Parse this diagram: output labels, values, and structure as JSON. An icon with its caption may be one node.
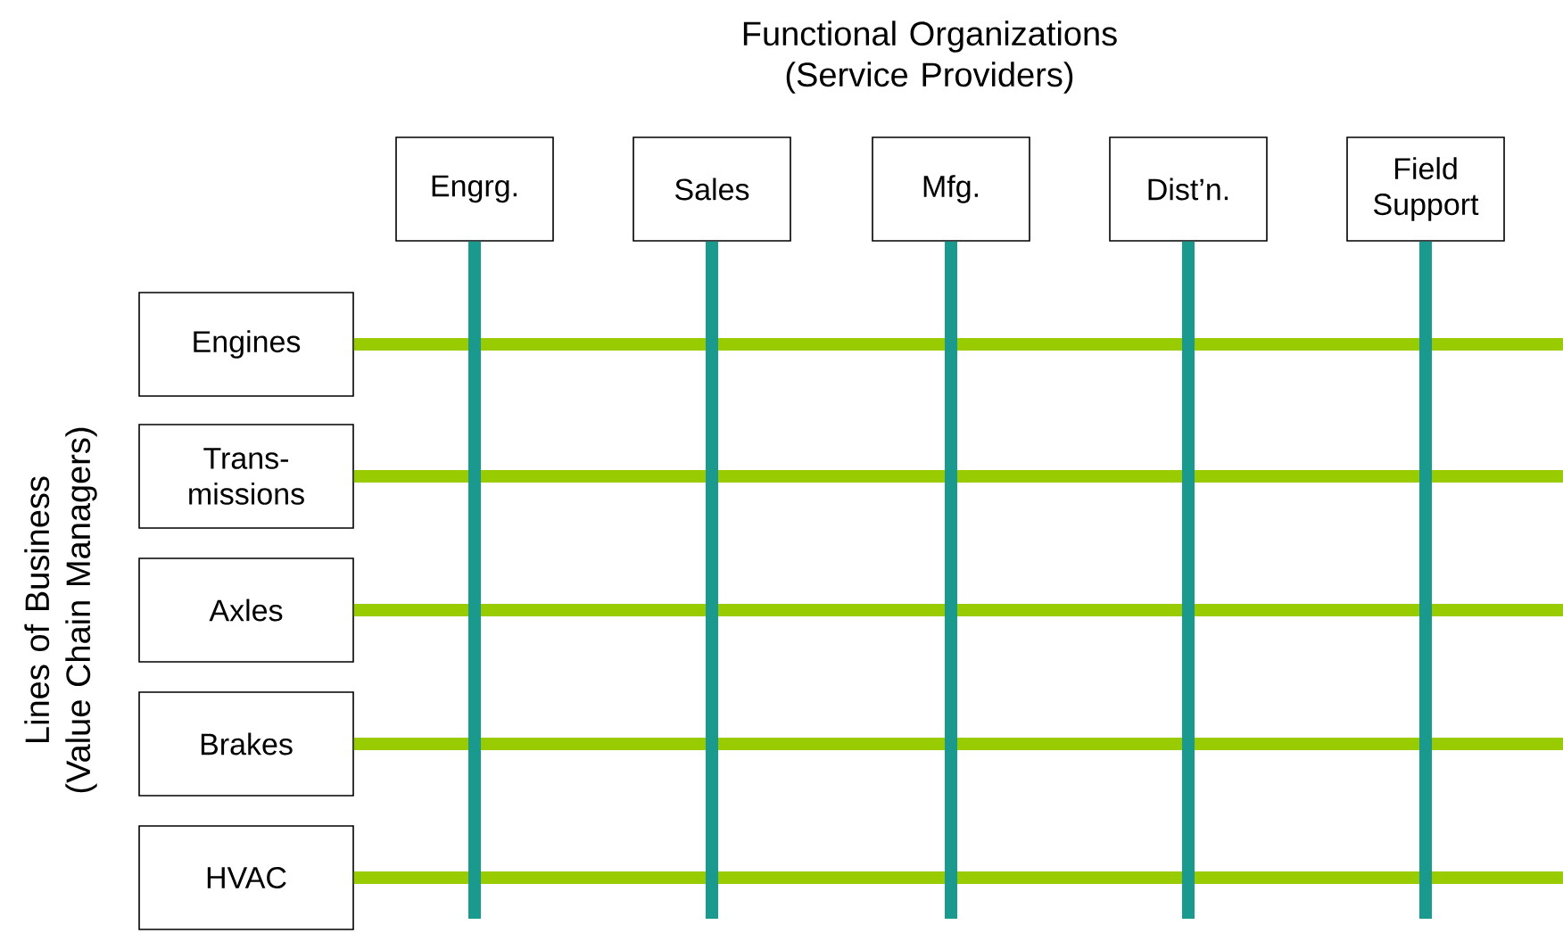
{
  "diagram": {
    "title": "Functional Organizations (Service Providers)",
    "nodes": [
      {
        "text": [
          "Engrg."
        ]
      },
      {
        "text": [
          "Sales"
        ]
      },
      {
        "text": [
          "Mfg."
        ]
      },
      {
        "text": [
          "Dist’n."
        ]
      },
      {
        "text": [
          "Field Support"
        ]
      },
      {
        "text": [
          "Engines"
        ]
      },
      {
        "text": [
          "Trans- missions"
        ]
      },
      {
        "text": [
          "Axles"
        ]
      },
      {
        "text": [
          "Brakes"
        ]
      },
      {
        "text": [
          "HVAC"
        ]
      }
    ],
    "edges": [
      {
        "from": 0,
        "to": null,
        "arrow": "none",
        "color": "#1a9a8f"
      },
      {
        "from": 1,
        "to": null,
        "arrow": "none",
        "color": "#1a9a8f"
      },
      {
        "from": 2,
        "to": null,
        "arrow": "none",
        "color": "#1a9a8f"
      },
      {
        "from": 3,
        "to": null,
        "arrow": "none",
        "color": "#1a9a8f"
      },
      {
        "from": 4,
        "to": null,
        "arrow": "none",
        "color": "#1a9a8f"
      },
      {
        "from": 5,
        "to": null,
        "arrow": "none",
        "color": "#99cc00"
      },
      {
        "from": 6,
        "to": null,
        "arrow": "none",
        "color": "#99cc00"
      },
      {
        "from": 7,
        "to": null,
        "arrow": "none",
        "color": "#99cc00"
      },
      {
        "from": 8,
        "to": null,
        "arrow": "none",
        "color": "#99cc00"
      },
      {
        "from": 9,
        "to": null,
        "arrow": "none",
        "color": "#99cc00"
      }
    ],
    "labels": [
      "Lines of Business (Value Chain Managers)"
    ]
  }
}
